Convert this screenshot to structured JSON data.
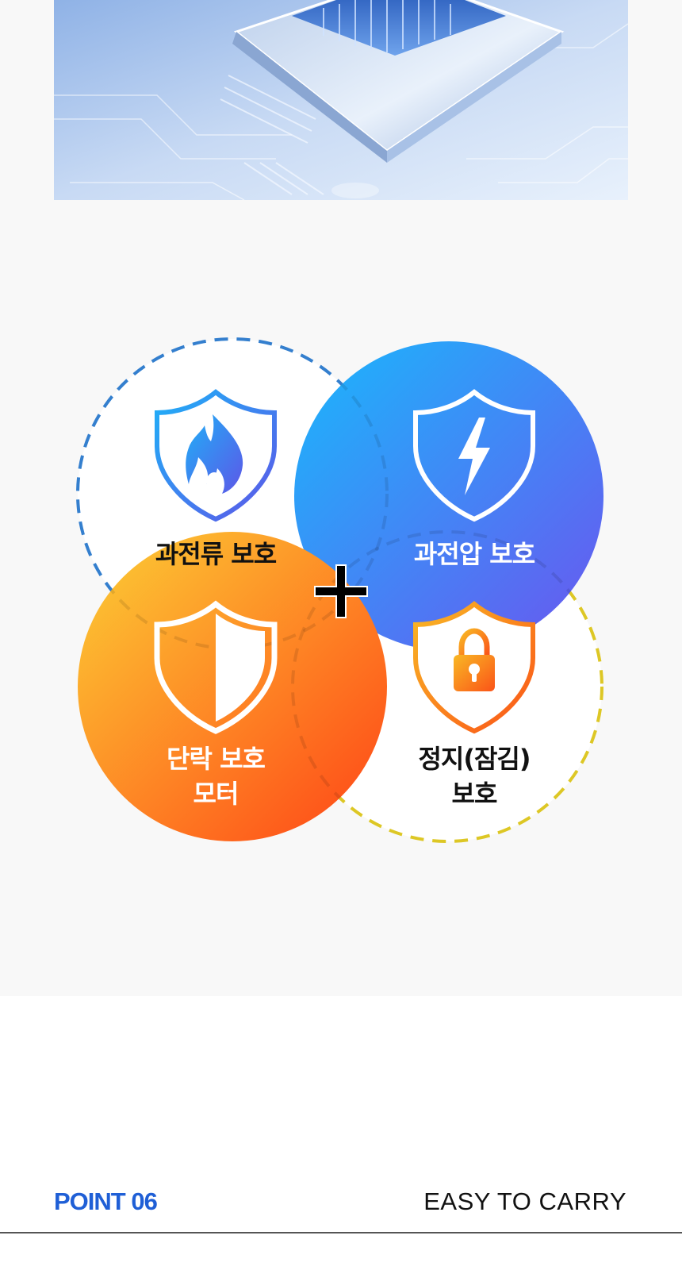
{
  "features": {
    "overcurrent": {
      "label": "과전류 보호",
      "icon": "fire-shield-icon",
      "style": "dashed-outline",
      "color": "#3a8ee6"
    },
    "overvoltage": {
      "label": "과전압 보호",
      "icon": "lightning-shield-icon",
      "style": "gradient-fill",
      "colors": [
        "#1fb2fb",
        "#6a5af0"
      ]
    },
    "phase_loss": {
      "label": "단락 보호\n모터",
      "icon": "half-shield-icon",
      "style": "gradient-fill",
      "colors": [
        "#fbc531",
        "#fe4f1a"
      ]
    },
    "stall_lock": {
      "label": "정지(잠김)\n보호",
      "icon": "lock-shield-icon",
      "style": "dashed-outline",
      "color": "#f6de2a"
    }
  },
  "center_symbol": "plus-icon",
  "footer": {
    "point": "POINT 06",
    "tagline": "EASY TO CARRY"
  }
}
